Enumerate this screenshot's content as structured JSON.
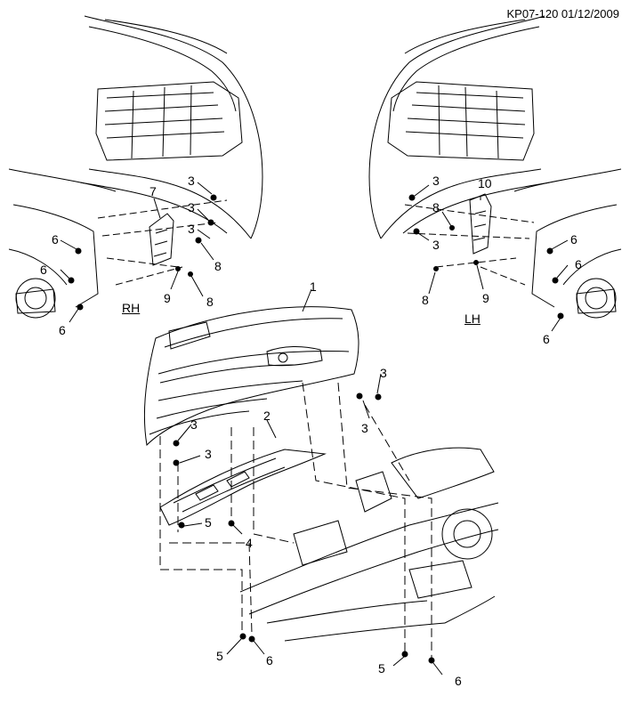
{
  "doc_id": "KP07-120 01/12/2009",
  "side_labels": {
    "rh": "RH",
    "lh": "LH"
  },
  "callouts": {
    "c1": "1",
    "c2": "2",
    "c3a": "3",
    "c3b": "3",
    "c3c": "3",
    "c3d": "3",
    "c3e": "3",
    "c3f": "3",
    "c3g": "3",
    "c3h": "3",
    "c3i": "3",
    "c4": "4",
    "c5a": "5",
    "c5b": "5",
    "c5c": "5",
    "c6a": "6",
    "c6b": "6",
    "c6c": "6",
    "c6d": "6",
    "c6e": "6",
    "c6f": "6",
    "c6g": "6",
    "c6h": "6",
    "c7": "7",
    "c8a": "8",
    "c8b": "8",
    "c8c": "8",
    "c8d": "8",
    "c9a": "9",
    "c9b": "9",
    "c10": "10"
  }
}
